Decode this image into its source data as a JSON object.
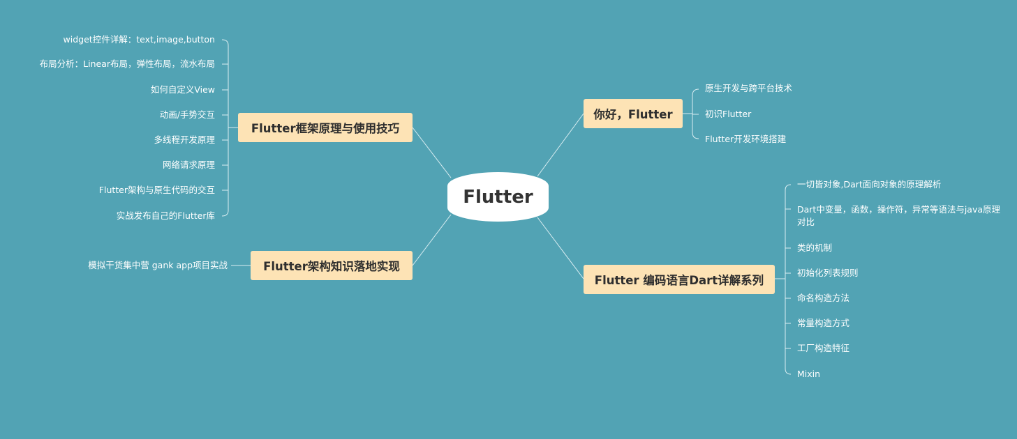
{
  "center": {
    "label": "Flutter"
  },
  "branches": {
    "greeting": {
      "label": "你好，Flutter",
      "leaves": [
        "原生开发与跨平台技术",
        "初识Flutter",
        "Flutter开发环境搭建"
      ]
    },
    "dart": {
      "label": "Flutter 编码语言Dart详解系列",
      "leaves": [
        "一切皆对象,Dart面向对象的原理解析",
        "Dart中变量，函数，操作符，异常等语法与java原理对比",
        "类的机制",
        "初始化列表规则",
        "命名构造方法",
        "常量构造方式",
        "工厂构造特征",
        "Mixin"
      ]
    },
    "framework": {
      "label": "Flutter框架原理与使用技巧",
      "leaves": [
        "widget控件详解：text,image,button",
        "布局分析：Linear布局，弹性布局，流水布局",
        "如何自定义View",
        "动画/手势交互",
        "多线程开发原理",
        "网络请求原理",
        "Flutter架构与原生代码的交互",
        "实战发布自己的Flutter库"
      ]
    },
    "architecture": {
      "label": "Flutter架构知识落地实现",
      "leaves": [
        "模拟干货集中营 gank app项目实战"
      ]
    }
  },
  "colors": {
    "background": "#52a3b4",
    "branch_fill": "#fde3b5",
    "center_fill": "#ffffff",
    "line": "#dbeef2"
  }
}
